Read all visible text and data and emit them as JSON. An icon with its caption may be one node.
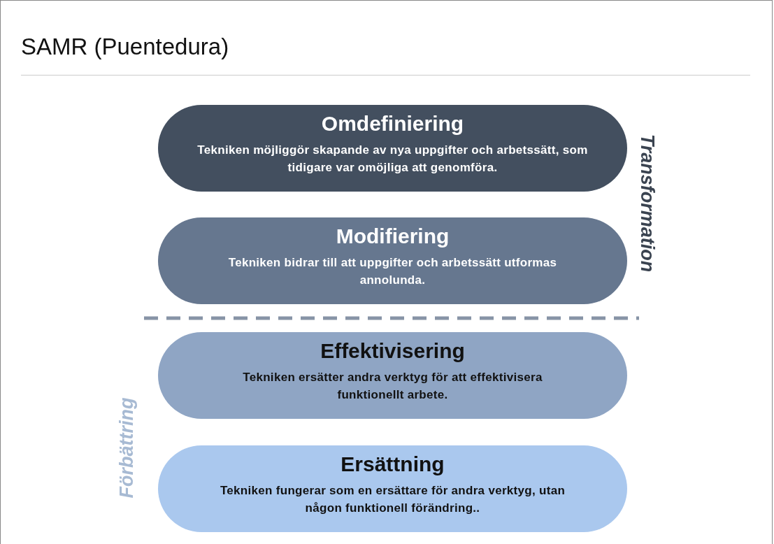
{
  "diagram": {
    "title": "SAMR (Puentedura)",
    "nodes": [
      {
        "text": [
          "Omdefiniering",
          "Tekniken möjliggör skapande av nya uppgifter och arbetssätt, som tidigare var omöjliga att genomföra."
        ]
      },
      {
        "text": [
          "Modifiering",
          "Tekniken bidrar till att uppgifter och arbetssätt utformas annolunda."
        ]
      },
      {
        "text": [
          "Effektivisering",
          "Tekniken ersätter andra verktyg för att effektivisera funktionellt arbete."
        ]
      },
      {
        "text": [
          "Ersättning",
          "Tekniken fungerar som en ersättare för andra verktyg, utan någon funktionell förändring.."
        ]
      }
    ],
    "labels": [
      "Transformation",
      "Förbättring"
    ]
  }
}
